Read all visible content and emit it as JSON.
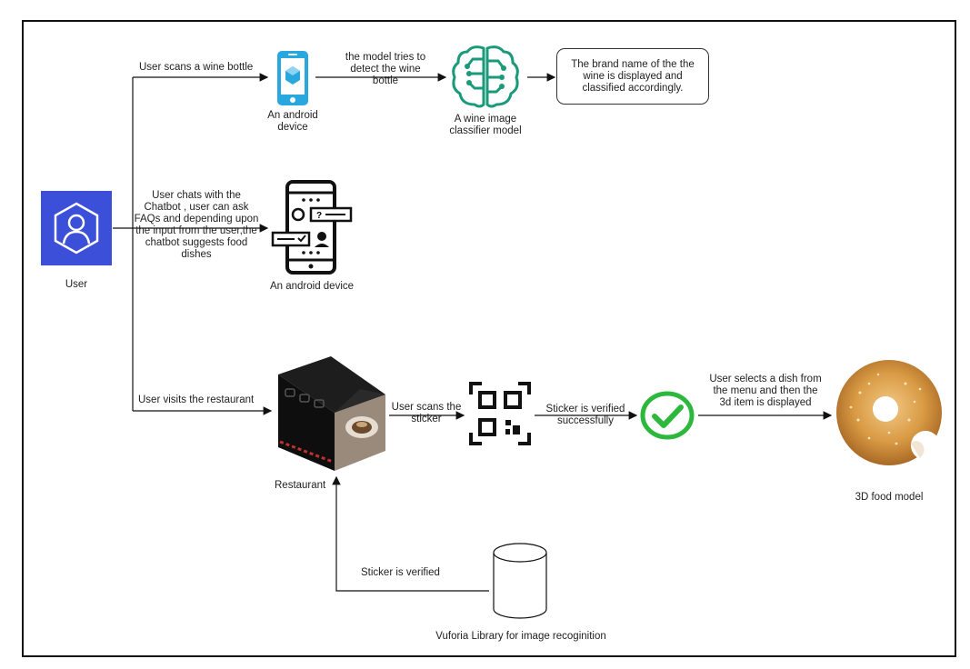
{
  "nodes": {
    "user": "User",
    "android_1": "An android device",
    "classifier": "A wine image classifier model",
    "brand_result": "The brand name of the the wine is displayed and classified accordingly.",
    "android_2": "An android device",
    "restaurant": "Restaurant",
    "food_model": "3D food model",
    "vuforia": "Vuforia Library for image recoginition"
  },
  "edges": {
    "scan_wine": "User scans a wine bottle",
    "detect": "the model tries to detect the wine bottle",
    "chat": "User chats with the Chatbot , user can ask FAQs and depending upon the input from the user,the chatbot suggests food dishes",
    "visit": "User visits the restaurant",
    "scan_sticker": "User scans the sticker",
    "verified_ok": "Sticker is verified successfully",
    "select_dish": "User selects a dish from the menu and then the 3d item is displayed",
    "verified": "Sticker is verified"
  },
  "icons": {
    "user": "user-icon",
    "phone": "android-phone-icon",
    "brain": "brain-classifier-icon",
    "chat_phone": "chat-phone-icon",
    "restaurant": "restaurant-house-icon",
    "qr": "qr-scan-icon",
    "check": "check-circle-icon",
    "donut": "donut-icon",
    "database": "database-cylinder-icon"
  },
  "colors": {
    "user_box": "#3b4fd8",
    "phone": "#29a8e0",
    "brain": "#1a9a7a",
    "check": "#2db83d"
  }
}
